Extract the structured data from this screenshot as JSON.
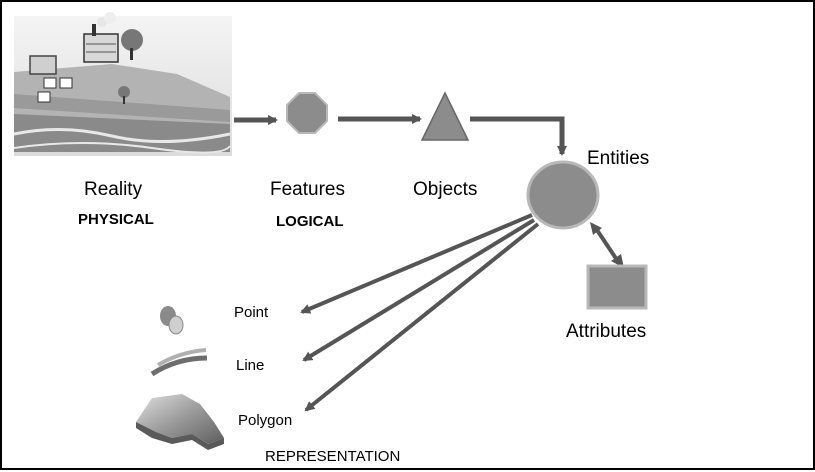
{
  "colors": {
    "node_fill": "#8c8c8c",
    "node_stroke": "#b8b8b8",
    "arrow": "#555555",
    "reality_top": "#a9a9a9",
    "reality_soil": "#8a8a8a"
  },
  "stages": {
    "reality": {
      "label": "Reality",
      "sublabel": "PHYSICAL"
    },
    "features": {
      "label": "Features",
      "sublabel": "LOGICAL"
    },
    "objects": {
      "label": "Objects"
    },
    "entities": {
      "label": "Entities"
    },
    "attributes": {
      "label": "Attributes"
    }
  },
  "representation": {
    "title": "REPRESENTATION",
    "items": [
      {
        "label": "Point",
        "icon": "point-icon"
      },
      {
        "label": "Line",
        "icon": "line-icon"
      },
      {
        "label": "Polygon",
        "icon": "polygon-icon"
      }
    ]
  }
}
